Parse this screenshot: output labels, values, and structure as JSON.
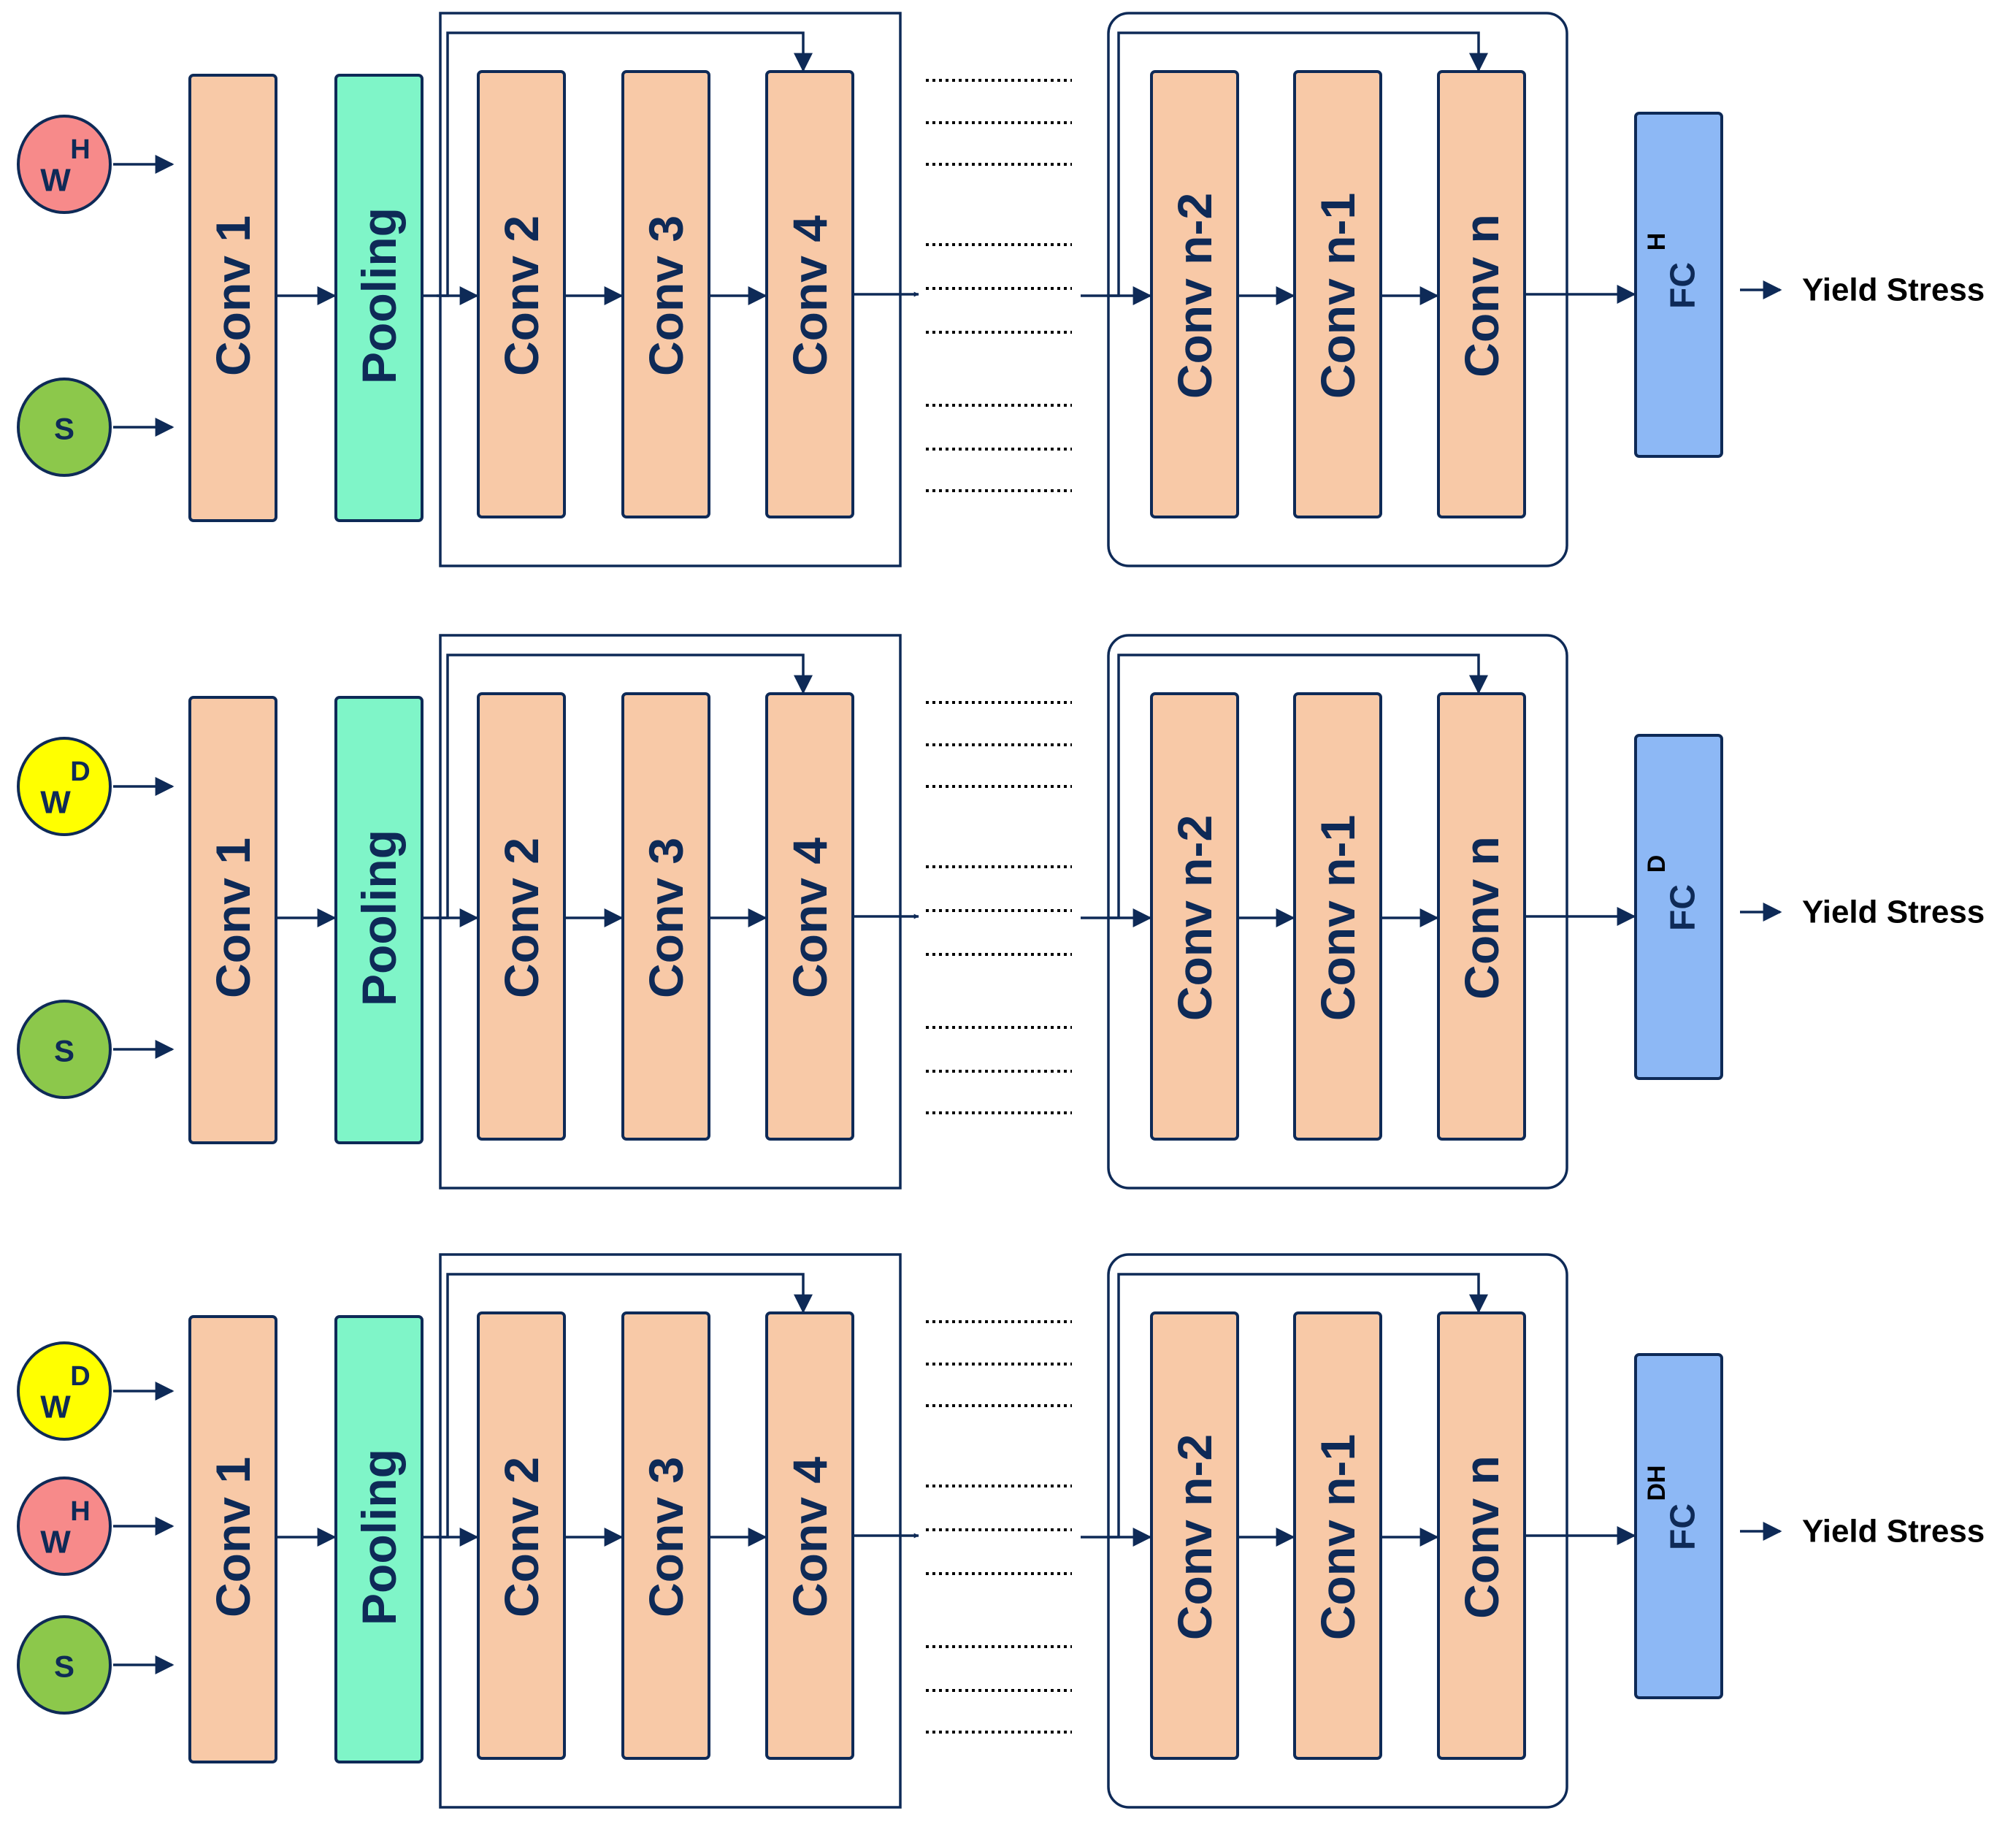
{
  "colors": {
    "conv": "#f8c9a7",
    "pooling": "#7ff5c8",
    "fc": "#8db8f5",
    "weight_h": "#f78a8a",
    "weight_d": "#ffff00",
    "strain": "#8cc84b",
    "line": "#0e2a57",
    "text": "#0e2a57",
    "output_text": "#000000"
  },
  "rows": [
    {
      "inputs": [
        {
          "base": "W",
          "sup": "H",
          "icon": "weight-h-input-icon",
          "color": "weight_h"
        },
        {
          "base": "S",
          "sup": "",
          "icon": "strain-input-icon",
          "color": "strain"
        }
      ],
      "conv1": "Conv 1",
      "pooling": "Pooling",
      "group1": [
        "Conv 2",
        "Conv 3",
        "Conv 4"
      ],
      "group2": [
        "Conv n-2",
        "Conv n-1",
        "Conv n"
      ],
      "fc_base": "FC",
      "fc_sup": "H",
      "output": "Yield Stress"
    },
    {
      "inputs": [
        {
          "base": "W",
          "sup": "D",
          "icon": "weight-d-input-icon",
          "color": "weight_d"
        },
        {
          "base": "S",
          "sup": "",
          "icon": "strain-input-icon",
          "color": "strain"
        }
      ],
      "conv1": "Conv 1",
      "pooling": "Pooling",
      "group1": [
        "Conv 2",
        "Conv 3",
        "Conv 4"
      ],
      "group2": [
        "Conv n-2",
        "Conv n-1",
        "Conv n"
      ],
      "fc_base": "FC",
      "fc_sup": "D",
      "output": "Yield Stress"
    },
    {
      "inputs": [
        {
          "base": "W",
          "sup": "D",
          "icon": "weight-d-input-icon",
          "color": "weight_d"
        },
        {
          "base": "W",
          "sup": "H",
          "icon": "weight-h-input-icon",
          "color": "weight_h"
        },
        {
          "base": "S",
          "sup": "",
          "icon": "strain-input-icon",
          "color": "strain"
        }
      ],
      "conv1": "Conv 1",
      "pooling": "Pooling",
      "group1": [
        "Conv 2",
        "Conv 3",
        "Conv 4"
      ],
      "group2": [
        "Conv n-2",
        "Conv n-1",
        "Conv n"
      ],
      "fc_base": "FC",
      "fc_sup": "DH",
      "output": "Yield Stress"
    }
  ]
}
